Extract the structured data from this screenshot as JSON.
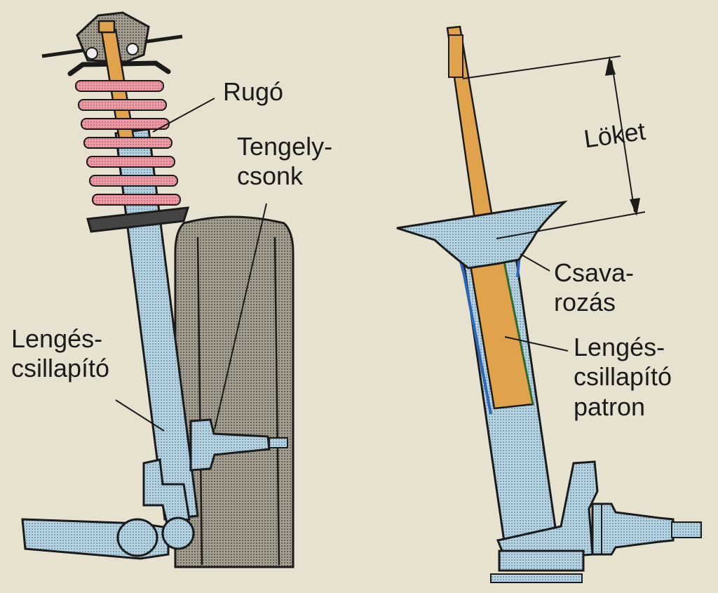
{
  "labels": {
    "rugo": "Rugó",
    "tengely_1": "Tengely-",
    "tengely_2": "csonk",
    "lenges_left_1": "Lengés-",
    "lenges_left_2": "csillapító",
    "loket": "Löket",
    "csavar_1": "Csava-",
    "csavar_2": "rozás",
    "lenges_right_1": "Lengés-",
    "lenges_right_2": "csillapító",
    "lenges_right_3": "patron"
  },
  "colors": {
    "background": "#e6e2cf",
    "spring": "#ee9aa4",
    "rod": "#e0a24a",
    "body_blue": "#b3d3e3",
    "tire": "#a39e90",
    "seal_blue": "#2d66b8",
    "outline": "#1b1b1b"
  }
}
